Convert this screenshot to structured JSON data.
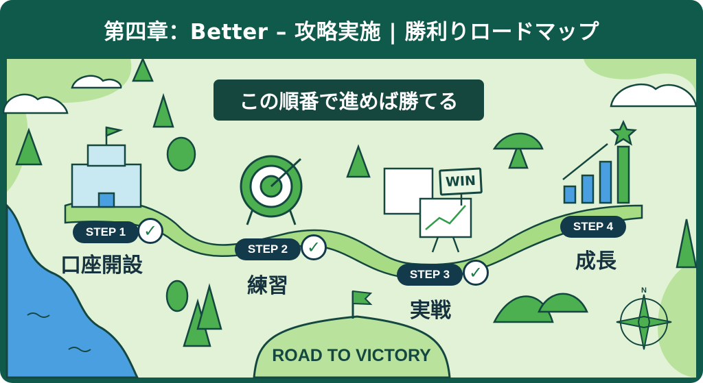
{
  "header": {
    "title": "第四章：Better – 攻略実施 | 勝利りロードマップ"
  },
  "subtitle": "この順番で進めば勝てる",
  "steps": [
    {
      "badge": "STEP 1",
      "label": "口座開設",
      "done": true
    },
    {
      "badge": "STEP 2",
      "label": "練習",
      "done": true
    },
    {
      "badge": "STEP 3",
      "label": "実戦",
      "done": true
    },
    {
      "badge": "STEP 4",
      "label": "成長",
      "done": false
    }
  ],
  "check_glyph": "✓",
  "sign_text": "WIN",
  "goal_banner": "ROAD TO VICTORY",
  "compass_label": "N",
  "colors": {
    "header": "#0f5a4b",
    "background": "#e2f2d6",
    "path": "#a8dc84",
    "badge": "#123a4a",
    "water": "#4a9fe0"
  }
}
